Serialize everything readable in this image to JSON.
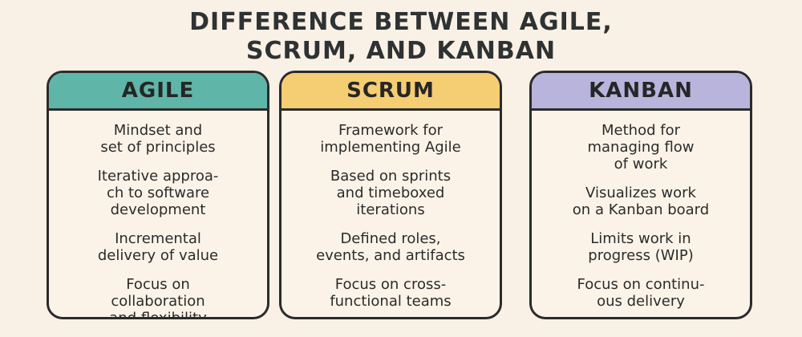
{
  "title": {
    "line1": "DIFFERENCE BETWEEN AGILE,",
    "line2": "SCRUM, AND KANBAN"
  },
  "colors": {
    "background": "#f9f1e6",
    "agile_header": "#5fb5a8",
    "scrum_header": "#f5cd72",
    "kanban_header": "#b8b4dc",
    "border": "#2b2b2b"
  },
  "cards": [
    {
      "header": "AGILE",
      "items": [
        {
          "lines": [
            "Mindset and",
            "set of principles"
          ]
        },
        {
          "lines": [
            "Iterative approa-",
            "ch to software",
            "development"
          ]
        },
        {
          "lines": [
            "Incremental",
            "delivery of value"
          ]
        },
        {
          "lines": [
            "Focus on",
            "collaboration",
            "and flexibility"
          ]
        }
      ]
    },
    {
      "header": "SCRUM",
      "items": [
        {
          "lines": [
            "Framework for",
            "implementing Agile"
          ]
        },
        {
          "lines": [
            "Based on sprints",
            "and timeboxed",
            "iterations"
          ]
        },
        {
          "lines": [
            "Defined roles,",
            "events, and artifacts"
          ]
        },
        {
          "lines": [
            "Focus on cross-",
            "functional teams"
          ]
        }
      ]
    },
    {
      "header": "KANBAN",
      "items": [
        {
          "lines": [
            "Method for",
            "managing flow",
            "of work"
          ]
        },
        {
          "lines": [
            "Visualizes work",
            "on a Kanban board"
          ]
        },
        {
          "lines": [
            "Limits work in",
            "progress (WIP)"
          ]
        },
        {
          "lines": [
            "Focus on continu-",
            "ous delivery"
          ]
        }
      ]
    }
  ]
}
